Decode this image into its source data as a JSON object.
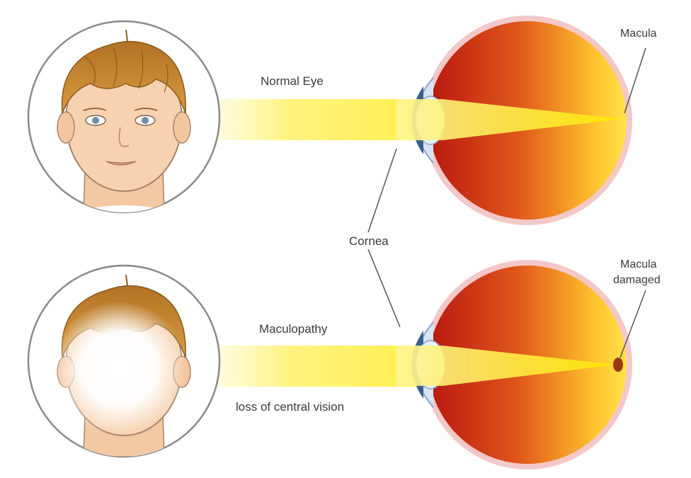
{
  "labels": {
    "normal_eye": "Normal Eye",
    "maculopathy": "Maculopathy",
    "loss_of_central_vision": "loss of central vision",
    "cornea": "Cornea",
    "macula": "Macula",
    "macula_damaged_line1": "Macula",
    "macula_damaged_line2": "damaged"
  },
  "colors": {
    "hair": "#c8882e",
    "skin": "#f6d2b0",
    "beam": "#fff36a",
    "eye_outer": "#c92412",
    "eye_inner": "#ffd93a",
    "damage_spot": "#9a3a10"
  }
}
